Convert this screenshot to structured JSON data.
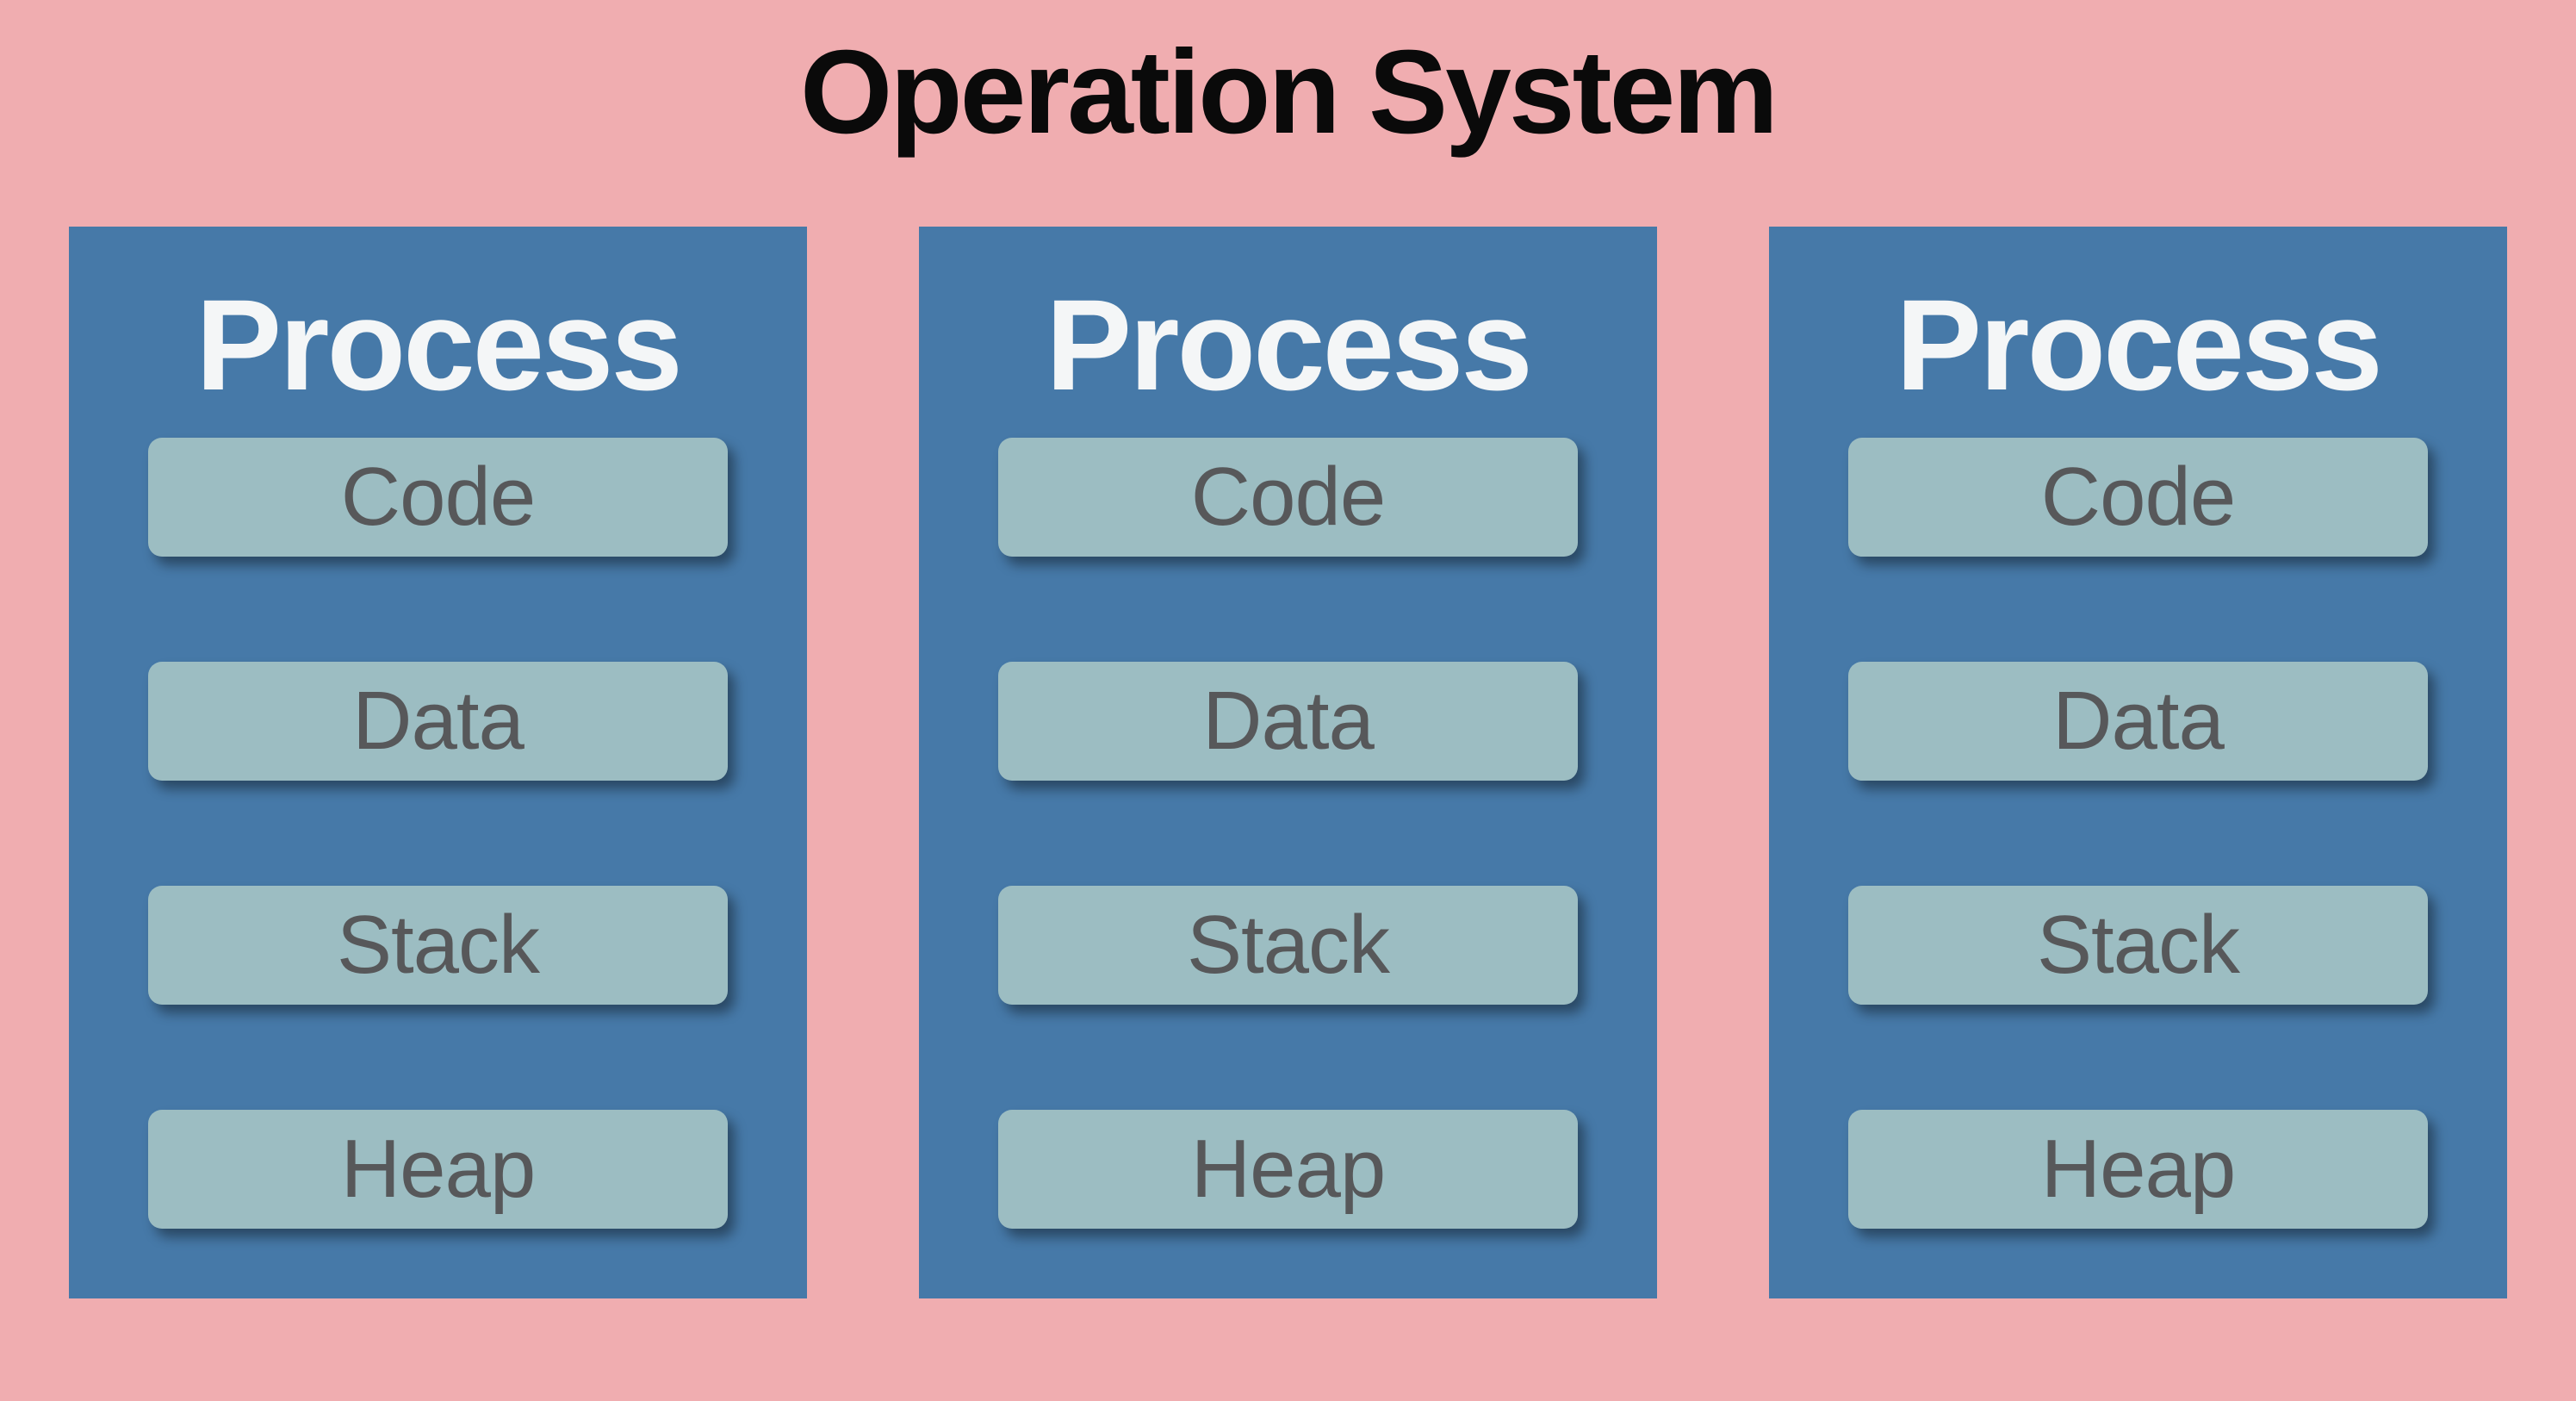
{
  "title": "Operation System",
  "processes": [
    {
      "label": "Process",
      "segments": [
        "Code",
        "Data",
        "Stack",
        "Heap"
      ]
    },
    {
      "label": "Process",
      "segments": [
        "Code",
        "Data",
        "Stack",
        "Heap"
      ]
    },
    {
      "label": "Process",
      "segments": [
        "Code",
        "Data",
        "Stack",
        "Heap"
      ]
    }
  ],
  "colors": {
    "background_pink": "#f0adb0",
    "process_box_blue": "#4679a8",
    "segment_teal": "#9cbdc2",
    "segment_text_gray": "#57585a",
    "process_label_white": "#f4f6f7",
    "title_black": "#0a0a0a"
  }
}
